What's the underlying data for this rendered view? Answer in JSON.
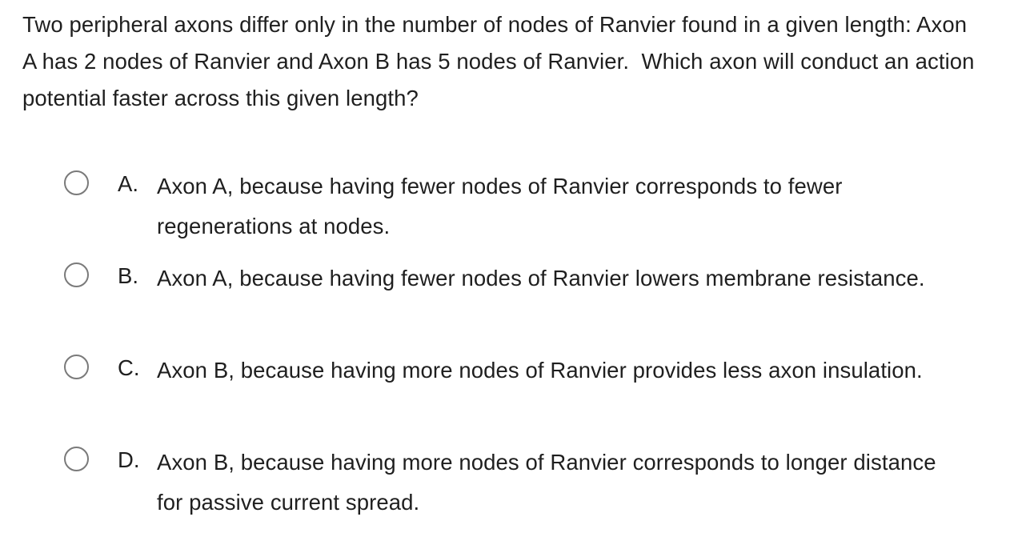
{
  "question": {
    "stem": "Two peripheral axons differ only in the number of nodes of Ranvier found in a given length: Axon A has 2 nodes of Ranvier and Axon B has 5 nodes of Ranvier.  Which axon will conduct an action potential faster across this given length?",
    "options": [
      {
        "letter": "A.",
        "text": "Axon A, because having fewer nodes of Ranvier corresponds to fewer regenerations at nodes.",
        "selected": false
      },
      {
        "letter": "B.",
        "text": "Axon A, because having fewer nodes of Ranvier lowers membrane resistance.",
        "selected": false
      },
      {
        "letter": "C.",
        "text": "Axon B, because having more nodes of Ranvier provides less axon insulation.",
        "selected": false
      },
      {
        "letter": "D.",
        "text": "Axon B, because having more nodes of Ranvier corresponds to longer distance for passive current spread.",
        "selected": false
      }
    ]
  },
  "colors": {
    "background": "#ffffff",
    "text": "#1f1f1f",
    "radio_border": "#7a7a7a"
  }
}
